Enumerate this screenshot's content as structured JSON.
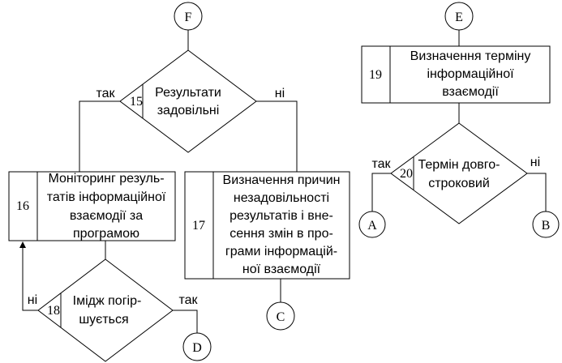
{
  "connectors": {
    "F": "F",
    "E": "E",
    "A": "A",
    "B": "B",
    "C": "C",
    "D": "D"
  },
  "blocks": {
    "b15": {
      "num": "15",
      "lines": [
        "Результати",
        "задовільні"
      ],
      "yes": "так",
      "no": "ні"
    },
    "b16": {
      "num": "16",
      "lines": [
        "Моніторинг резуль-",
        "татів інформаційної",
        "взаємодії за",
        "програмою"
      ]
    },
    "b17": {
      "num": "17",
      "lines": [
        "Визначення причин",
        "незадовільності",
        "результатів і вне-",
        "сення змін в про-",
        "грами інформацій-",
        "ної взаємодії"
      ]
    },
    "b18": {
      "num": "18",
      "lines": [
        "Імідж погір-",
        "шується"
      ],
      "yes": "так",
      "no": "ні"
    },
    "b19": {
      "num": "19",
      "lines": [
        "Визначення терміну",
        "інформаційної",
        "взаємодії"
      ]
    },
    "b20": {
      "num": "20",
      "lines": [
        "Термін довго-",
        "строковий"
      ],
      "yes": "так",
      "no": "ні"
    }
  }
}
